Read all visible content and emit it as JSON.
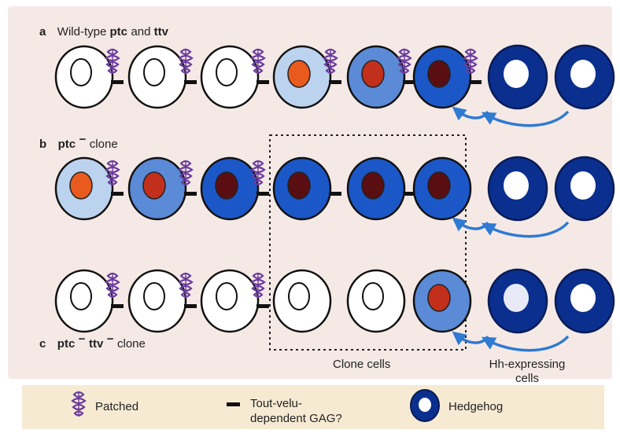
{
  "panels": {
    "a": {
      "letter": "a",
      "title_pre": "Wild-type ",
      "title_bold1": "ptc",
      "title_mid": " and ",
      "title_bold2": "ttv"
    },
    "b": {
      "letter": "b",
      "title_bold1": "ptc",
      "title_sup": "−",
      "title_post": " clone"
    },
    "c": {
      "letter": "c",
      "title_bold1": "ptc",
      "title_sup1": "−",
      "title_bold2": " ttv",
      "title_sup2": "−",
      "title_post": " clone"
    }
  },
  "captions": {
    "clone": "Clone cells",
    "hh_line1": "Hh-expressing",
    "hh_line2": "cells"
  },
  "legend": {
    "patched": "Patched",
    "gag_line1": "Tout-velu-",
    "gag_line2": "dependent GAG?",
    "hedgehog": "Hedgehog"
  },
  "colors": {
    "white_cell": "#ffffff",
    "pale_blue": "#bcd3ef",
    "mid_blue": "#5b8ad6",
    "blue": "#1b57c6",
    "dark_blue": "#0b2f8e",
    "nucleus_orange": "#e85a1e",
    "nucleus_red": "#c2301b",
    "nucleus_dark": "#5a0e12",
    "patched_purple": "#6a3b9c",
    "arrow_blue": "#2f7ad2"
  },
  "rows": [
    {
      "id": "row-a",
      "cells": [
        {
          "type": "white",
          "patched": true,
          "gag": true
        },
        {
          "type": "white",
          "patched": true,
          "gag": true
        },
        {
          "type": "white",
          "patched": true,
          "gag": true
        },
        {
          "type": "pale",
          "nucleus": "orange",
          "patched": true,
          "gag": true
        },
        {
          "type": "mid",
          "nucleus": "red",
          "patched": true,
          "gag": true
        },
        {
          "type": "blue",
          "nucleus": "dark",
          "patched": true,
          "gag": true
        },
        {
          "type": "hh"
        },
        {
          "type": "hh"
        }
      ]
    },
    {
      "id": "row-b",
      "cells": [
        {
          "type": "pale",
          "nucleus": "orange",
          "patched": true,
          "gag": true
        },
        {
          "type": "mid",
          "nucleus": "red",
          "patched": true,
          "gag": true
        },
        {
          "type": "blue",
          "nucleus": "dark",
          "patched": true,
          "gag": true
        },
        {
          "type": "blue",
          "nucleus": "dark",
          "patched": false,
          "gag": true
        },
        {
          "type": "blue",
          "nucleus": "dark",
          "patched": false,
          "gag": true
        },
        {
          "type": "blue",
          "nucleus": "dark",
          "patched": false,
          "gag": false
        },
        {
          "type": "hh"
        },
        {
          "type": "hh"
        }
      ]
    },
    {
      "id": "row-c",
      "cells": [
        {
          "type": "white",
          "patched": true,
          "gag": true
        },
        {
          "type": "white",
          "patched": true,
          "gag": true
        },
        {
          "type": "white",
          "patched": true,
          "gag": true
        },
        {
          "type": "white",
          "patched": false,
          "gag": false
        },
        {
          "type": "white",
          "patched": false,
          "gag": false
        },
        {
          "type": "mid",
          "nucleus": "red",
          "patched": false,
          "gag": false
        },
        {
          "type": "hh",
          "hhFill": "pale"
        },
        {
          "type": "hh"
        }
      ]
    }
  ]
}
